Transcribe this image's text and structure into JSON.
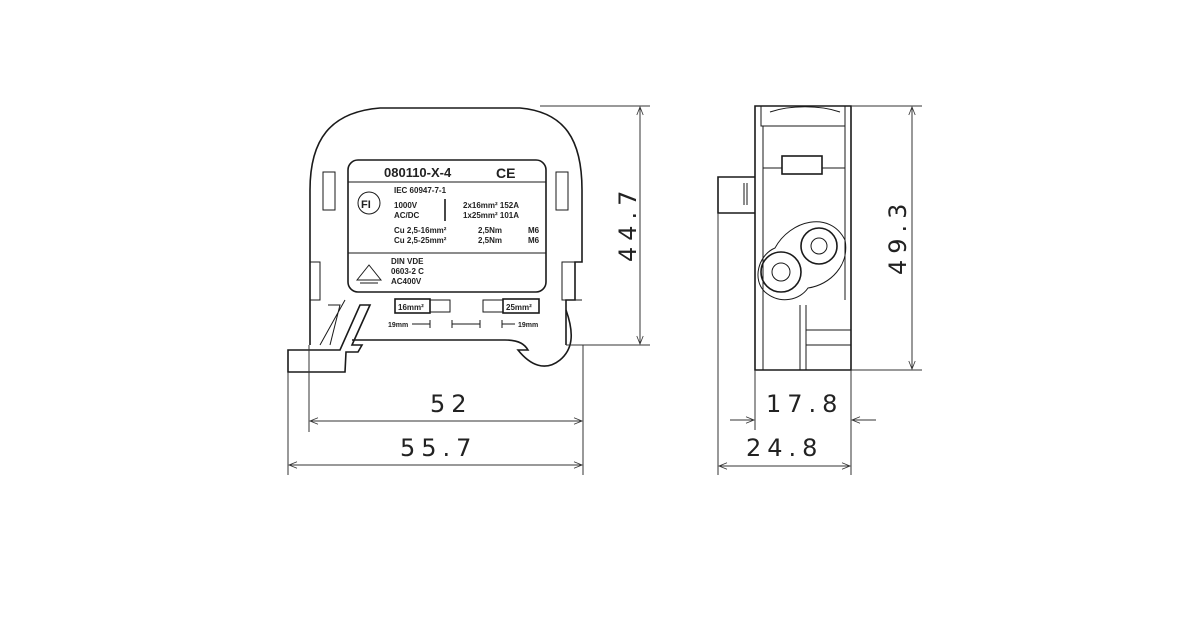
{
  "front_view": {
    "label": {
      "part_number": "080110-X-4",
      "ce_mark": "CE",
      "fi_logo": "FI",
      "standard": "IEC 60947-7-1",
      "voltage": "1000V",
      "current_type": "AC/DC",
      "rating_1": "2x16mm² 152A",
      "rating_2": "1x25mm² 101A",
      "cu_1": "Cu  2,5-16mm²",
      "cu_1_torque": "2,5Nm",
      "cu_1_screw": "M6",
      "cu_2": "Cu  2,5-25mm²",
      "cu_2_torque": "2,5Nm",
      "cu_2_screw": "M6",
      "din_line_1": "DIN VDE",
      "din_line_2": "0603-2 C",
      "din_line_3": "AC400V"
    },
    "terminal_left": "16mm²",
    "terminal_right": "25mm²",
    "strip_left": "19mm",
    "strip_right": "19mm",
    "dimensions": {
      "height": "44.7",
      "width_inner": "52",
      "width_outer": "55.7"
    }
  },
  "side_view": {
    "dimensions": {
      "height": "49.3",
      "depth_inner": "17.8",
      "depth_outer": "24.8"
    }
  }
}
